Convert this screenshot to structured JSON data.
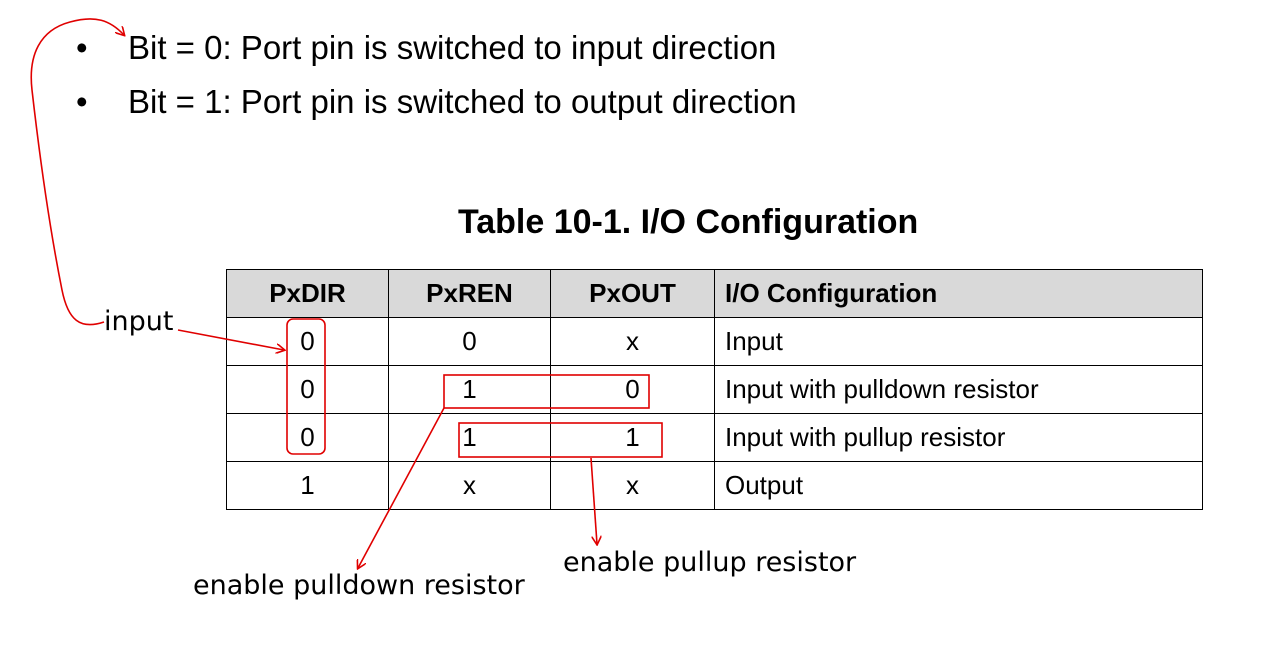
{
  "bullets": [
    {
      "marker": "•",
      "text": "Bit = 0: Port pin is switched to input direction"
    },
    {
      "marker": "•",
      "text": "Bit = 1: Port pin is switched to output direction"
    }
  ],
  "table": {
    "title": "Table 10-1. I/O Configuration",
    "headers": [
      "PxDIR",
      "PxREN",
      "PxOUT",
      "I/O Configuration"
    ],
    "rows": [
      [
        "0",
        "0",
        "x",
        "Input"
      ],
      [
        "0",
        "1",
        "0",
        "Input with pulldown resistor"
      ],
      [
        "0",
        "1",
        "1",
        "Input with pullup resistor"
      ],
      [
        "1",
        "x",
        "x",
        "Output"
      ]
    ]
  },
  "annotations": {
    "input": "input",
    "pulldown": "enable pulldown resistor",
    "pullup": "enable pullup resistor",
    "color": "#e00000"
  }
}
